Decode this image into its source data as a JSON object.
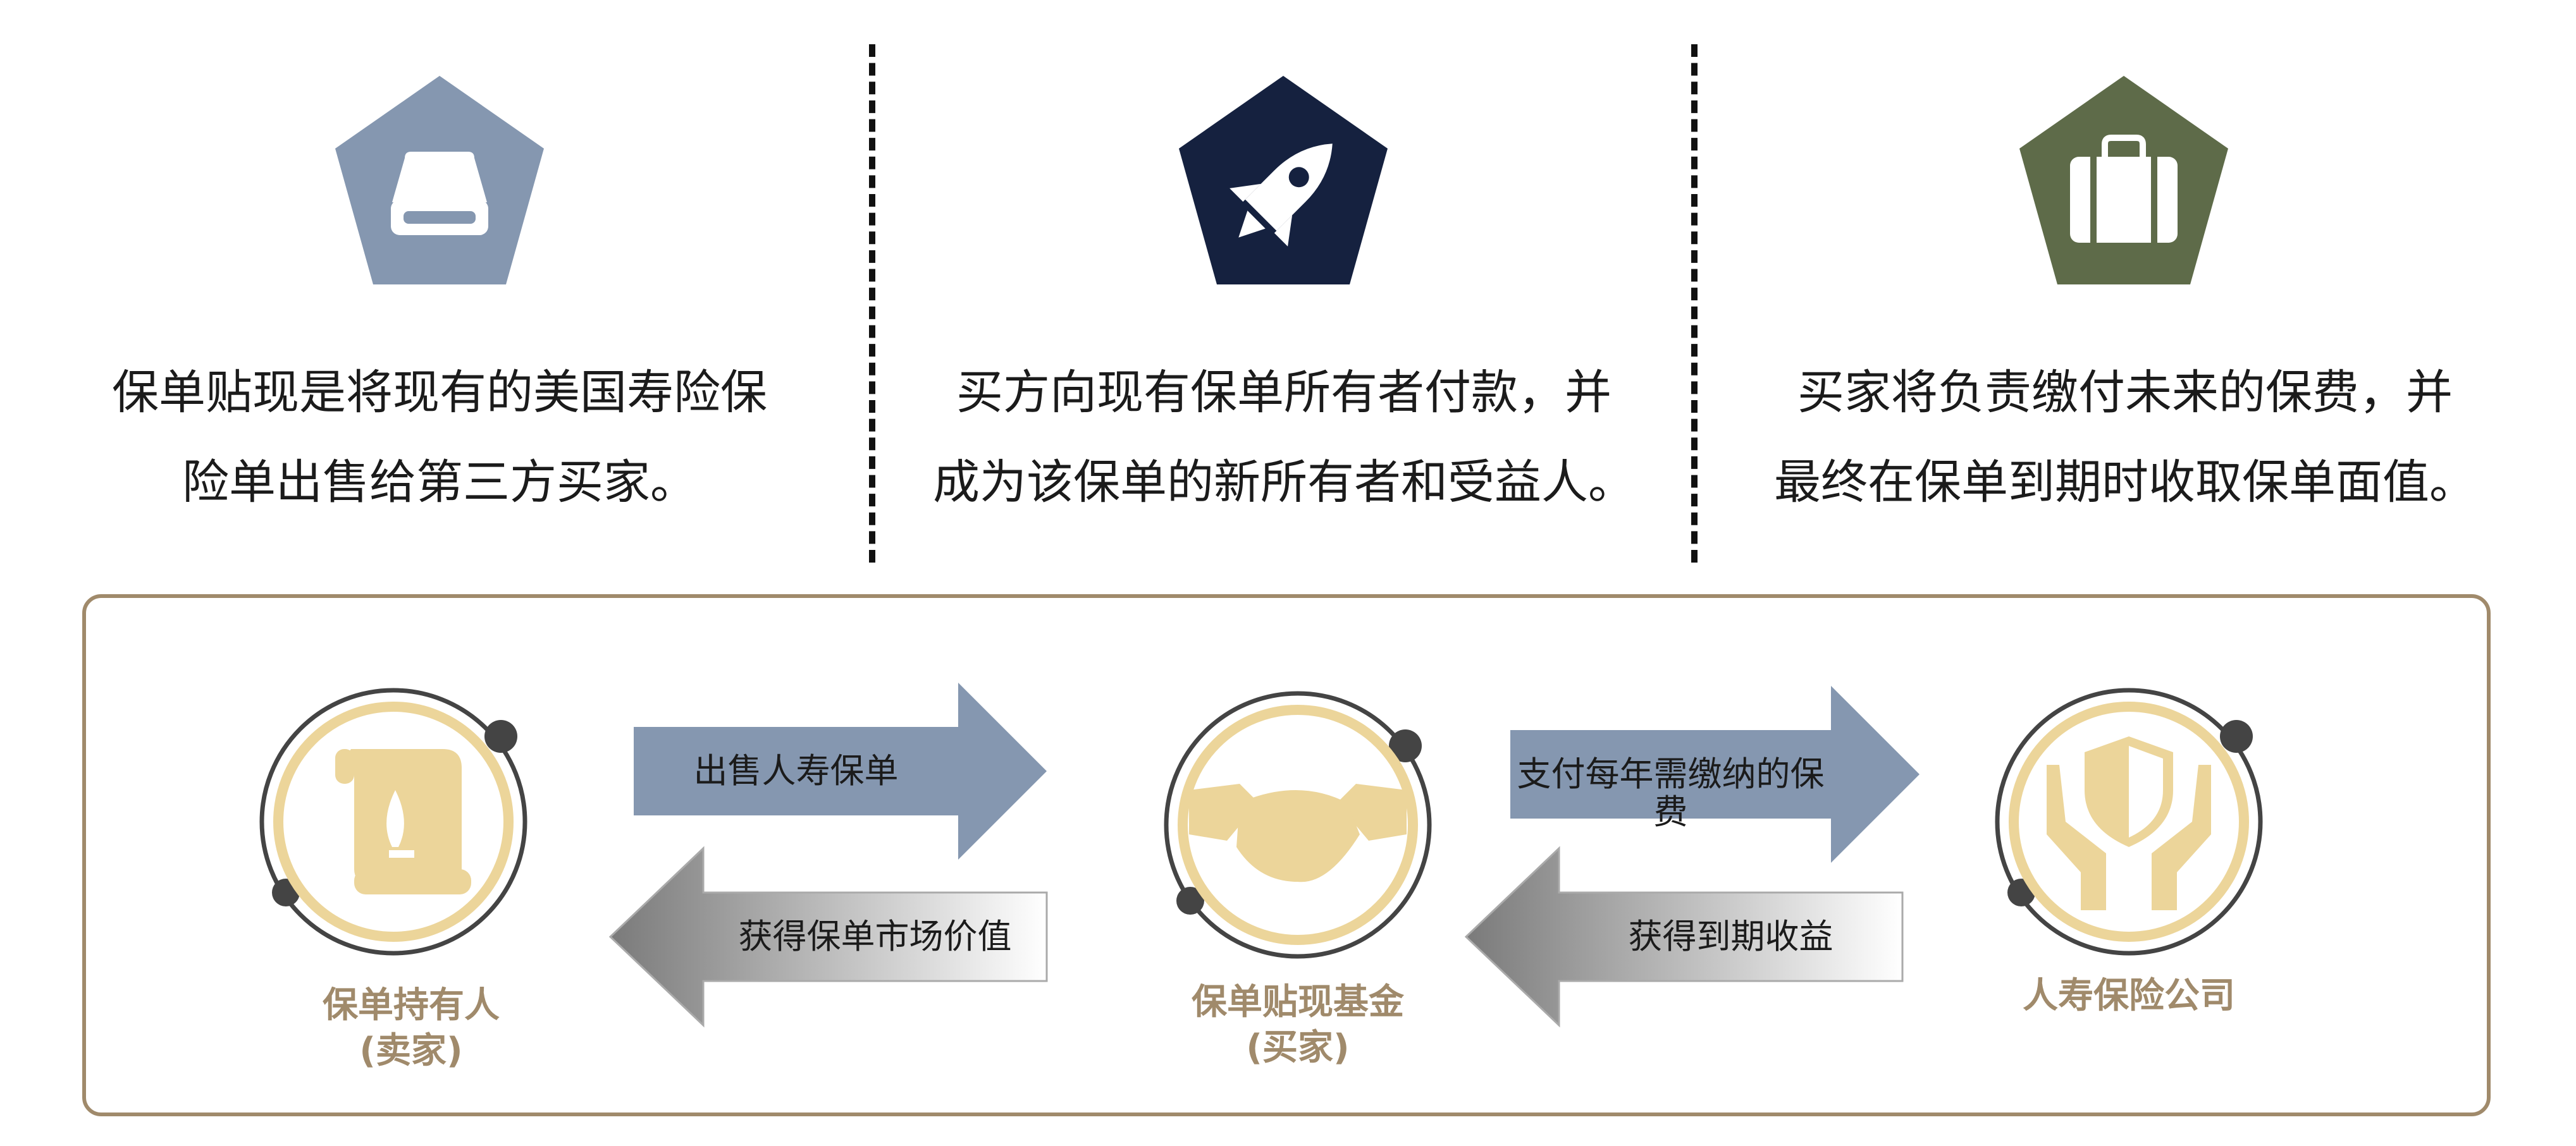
{
  "columns": [
    {
      "icon": "drive-icon",
      "color": "#8597b0",
      "lines": [
        "保单贴现是将现有的美国寿险保",
        "险单出售给第三方买家。"
      ]
    },
    {
      "icon": "rocket-icon",
      "color": "#15213f",
      "lines": [
        "买方向现有保单所有者付款，并",
        "成为该保单的新所有者和受益人。"
      ]
    },
    {
      "icon": "briefcase-icon",
      "color": "#5e6b49",
      "lines": [
        "买家将负责缴付未来的保费，并",
        "最终在保单到期时收取保单面值。"
      ]
    }
  ],
  "flow": {
    "nodes": [
      {
        "icon": "scroll-icon",
        "label": [
          "保单持有人",
          "(卖家)"
        ]
      },
      {
        "icon": "handshake-icon",
        "label": [
          "保单贴现基金",
          "(买家)"
        ]
      },
      {
        "icon": "hands-shield-icon",
        "label": [
          "人寿保险公司"
        ]
      }
    ],
    "arrows": {
      "sell_policy": "出售人寿保单",
      "market_value": "获得保单市场价值",
      "pay_premium": "支付每年需缴纳的保费",
      "maturity_gain": "获得到期收益"
    },
    "colors": {
      "blue_arrow": "#8597b0",
      "gold": "#ecd59a",
      "label": "#a08a6b",
      "border": "#a08a6b"
    }
  }
}
